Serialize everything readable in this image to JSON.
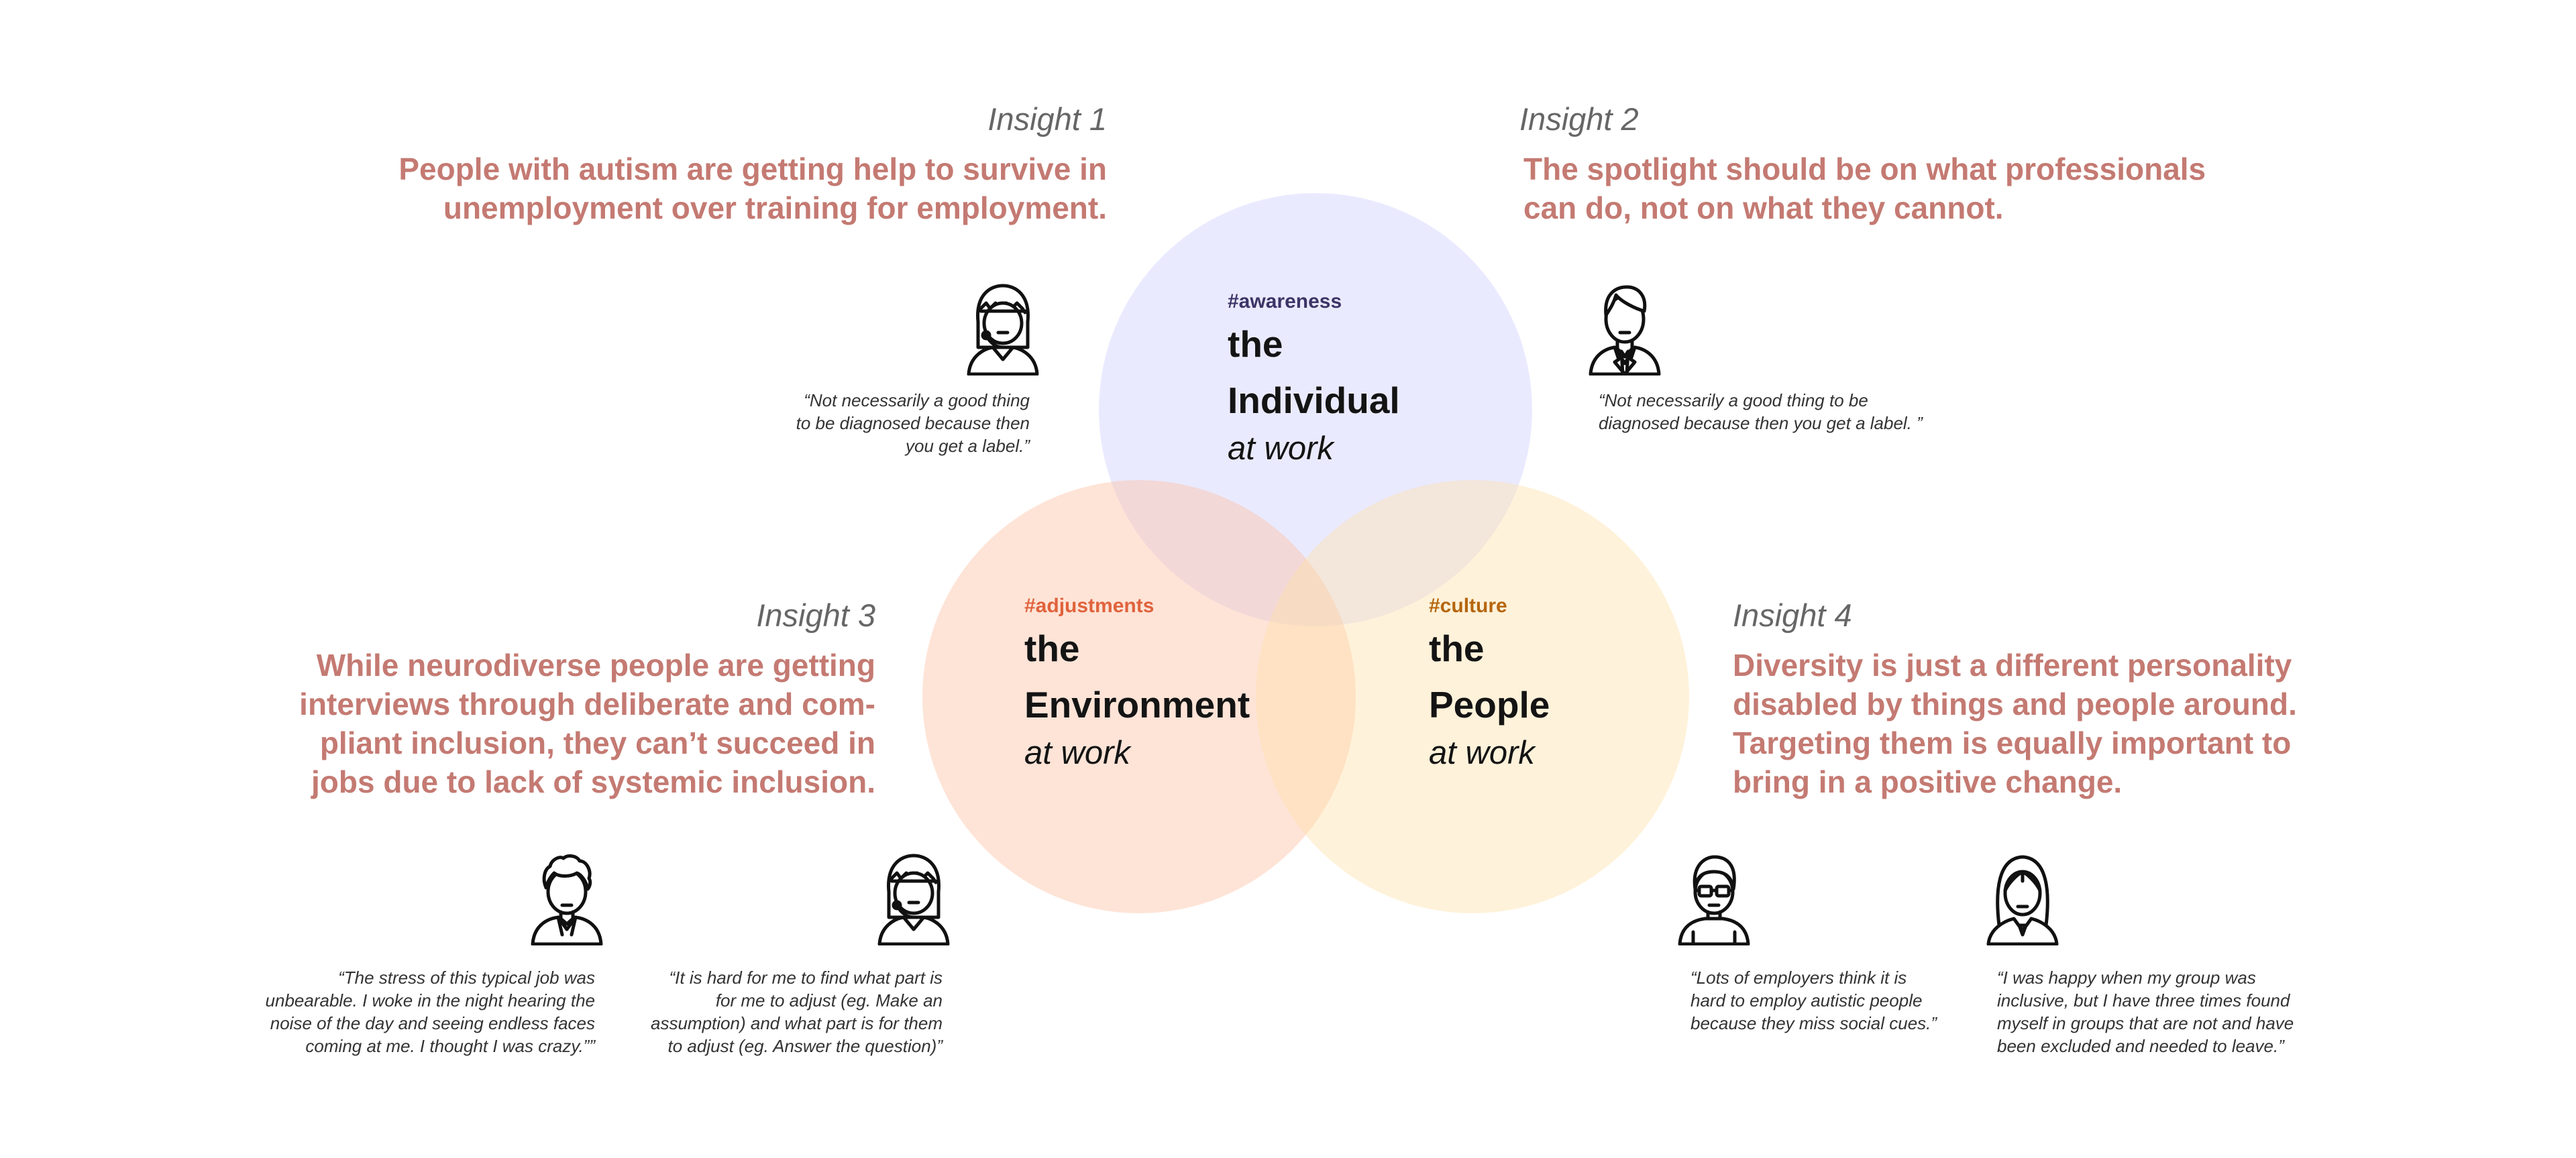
{
  "circles": {
    "individual": {
      "hashtag": "#awareness",
      "title_1": "the",
      "title_2": "Individual",
      "sub": "at work",
      "hashtag_color": "#3d3466"
    },
    "environment": {
      "hashtag": "#adjustments",
      "title_1": "the",
      "title_2": "Environment",
      "sub": "at work",
      "hashtag_color": "#e0623c"
    },
    "people": {
      "hashtag": "#culture",
      "title_1": "the",
      "title_2": "People",
      "sub": "at work",
      "hashtag_color": "#b5660d"
    }
  },
  "insights": [
    {
      "label": "Insight 1",
      "lines": [
        "People with autism are getting help to survive in",
        "unemployment over training for employment."
      ]
    },
    {
      "label": "Insight 2",
      "lines": [
        "The spotlight should be on what professionals",
        "can do, not on what they cannot."
      ]
    },
    {
      "label": "Insight 3",
      "lines": [
        "While neurodiverse people are getting",
        "interviews through deliberate and com-",
        "pliant inclusion, they can’t succeed in",
        "jobs due to lack of systemic inclusion."
      ]
    },
    {
      "label": "Insight 4",
      "lines": [
        "Diversity is just a different personality",
        "disabled by things and people around.",
        "Targeting them is equally important to",
        "bring in a positive change."
      ]
    }
  ],
  "quotes": {
    "q1": [
      "“Not necessarily a good thing",
      "to be diagnosed because then",
      "you get a label.”"
    ],
    "q2": [
      "“Not necessarily a good thing to be",
      "diagnosed because then you get a label. ”"
    ],
    "q3a": [
      "“The stress of this typical job was",
      "unbearable. I woke in the night hearing the",
      "noise of the day and seeing endless faces",
      "coming at me. I thought I was crazy.””"
    ],
    "q3b": [
      "“It is hard for me to find what part is",
      "for me to adjust (eg. Make an",
      "assumption) and what part is for them",
      "to adjust (eg. Answer the question)”"
    ],
    "q4a": [
      "“Lots of employers think it is",
      "hard to employ autistic people",
      "because they miss social cues.”"
    ],
    "q4b": [
      "“I was happy when my group was",
      "inclusive, but I have three times found",
      "myself in groups that are not and have",
      "been excluded and needed to leave.”"
    ]
  },
  "avatars": {
    "a1": "woman-bangs-icon",
    "a2": "man-suit-icon",
    "a3a": "man-curly-hair-icon",
    "a3b": "woman-bangs-icon",
    "a4a": "man-glasses-icon",
    "a4b": "woman-long-hair-icon"
  },
  "colors": {
    "insight_text": "#c47a72",
    "insight_label": "#666666"
  }
}
